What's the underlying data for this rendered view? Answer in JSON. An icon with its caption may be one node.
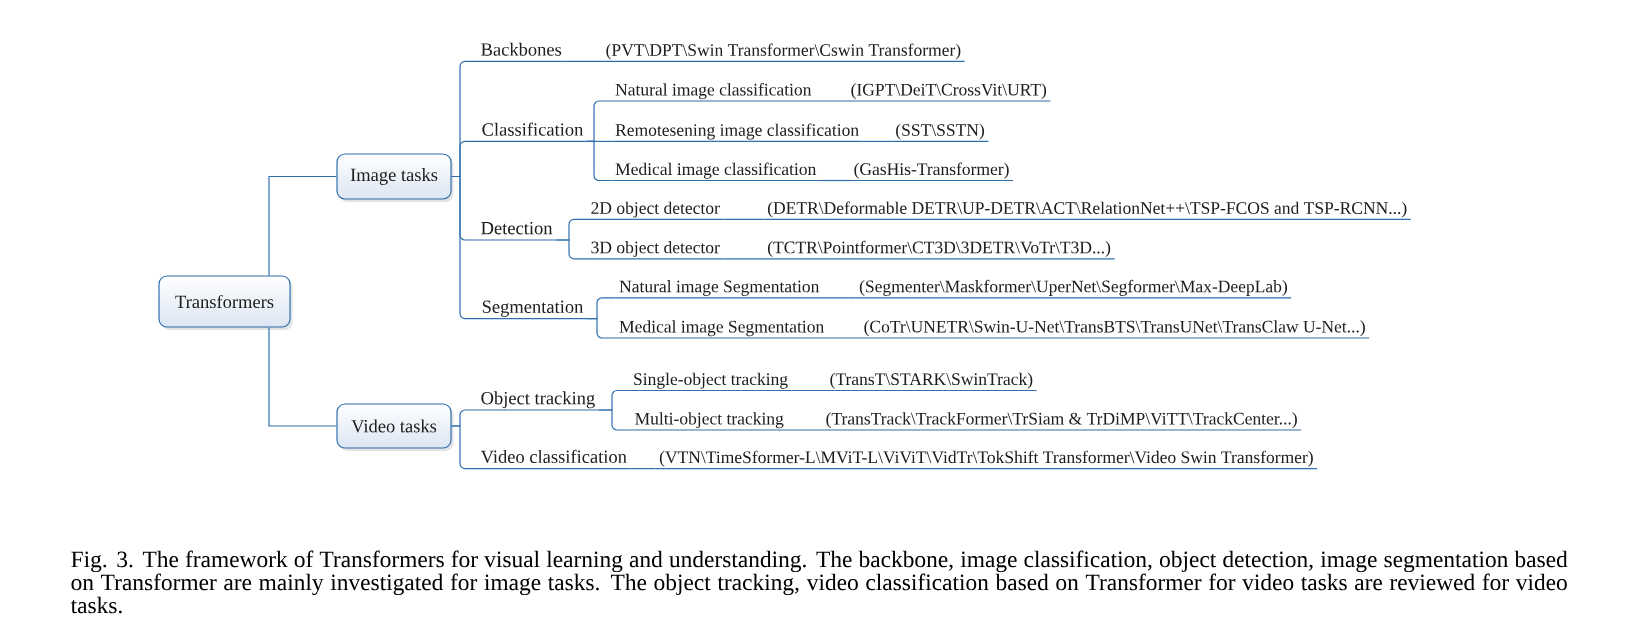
{
  "diagram": {
    "caption": "Fig. 3. The framework of Transformers for visual learning and understanding. The backbone, image classification, object detection, image segmentation based on Transformer are mainly investigated for image tasks. The object tracking, video classification based on Transformer for video tasks are reviewed for video tasks.",
    "nodes": [
      {
        "text": [
          "Transformers"
        ]
      },
      {
        "text": [
          "Image tasks"
        ]
      },
      {
        "text": [
          "Backbones"
        ]
      },
      {
        "text": [
          "(PVT\\DPT\\Swin Transformer\\Cswin Transformer)"
        ]
      },
      {
        "text": [
          "Classification"
        ]
      },
      {
        "text": [
          "Natural image classification"
        ]
      },
      {
        "text": [
          "(IGPT\\DeiT\\CrossVit\\URT)"
        ]
      },
      {
        "text": [
          "Remotesening image classification"
        ]
      },
      {
        "text": [
          "(SST\\SSTN)"
        ]
      },
      {
        "text": [
          "Medical image classification"
        ]
      },
      {
        "text": [
          "(GasHis-Transformer)"
        ]
      },
      {
        "text": [
          "Detection"
        ]
      },
      {
        "text": [
          "2D object detector"
        ]
      },
      {
        "text": [
          "(DETR\\Deformable DETR\\UP-DETR\\ACT\\RelationNet++\\TSP-FCOS and TSP-RCNN...)"
        ]
      },
      {
        "text": [
          "3D object detector"
        ]
      },
      {
        "text": [
          "(TCTR\\Pointformer\\CT3D\\3DETR\\VoTr\\T3D...)"
        ]
      },
      {
        "text": [
          "Segmentation"
        ]
      },
      {
        "text": [
          "Natural image Segmentation"
        ]
      },
      {
        "text": [
          "(Segmenter\\Maskformer\\UperNet\\Segformer\\Max-DeepLab)"
        ]
      },
      {
        "text": [
          "Medical image Segmentation"
        ]
      },
      {
        "text": [
          "(CoTr\\UNETR\\Swin-U-Net\\TransBTS\\TransUNet\\TransClaw U-Net...)"
        ]
      },
      {
        "text": [
          "Video tasks"
        ]
      },
      {
        "text": [
          "Object tracking"
        ]
      },
      {
        "text": [
          "Single-object tracking"
        ]
      },
      {
        "text": [
          "(TransT\\STARK\\SwinTrack)"
        ]
      },
      {
        "text": [
          "Multi-object tracking"
        ]
      },
      {
        "text": [
          "(TransTrack\\TrackFormer\\TrSiam & TrDiMP\\ViTT\\TrackCenter...)"
        ]
      },
      {
        "text": [
          "Video classification"
        ]
      },
      {
        "text": [
          "(VTN\\TimeSformer-L\\MViT-L\\ViViT\\VidTr\\TokShift Transformer\\Video Swin Transformer)"
        ]
      }
    ],
    "edges": [
      {
        "from": 0,
        "to": 1,
        "arrow": "none"
      },
      {
        "from": 0,
        "to": 21,
        "arrow": "none"
      },
      {
        "from": 1,
        "to": 2,
        "arrow": "none"
      },
      {
        "from": 2,
        "to": 3,
        "arrow": "none"
      },
      {
        "from": 1,
        "to": 4,
        "arrow": "none"
      },
      {
        "from": 4,
        "to": 5,
        "arrow": "none"
      },
      {
        "from": 5,
        "to": 6,
        "arrow": "none"
      },
      {
        "from": 4,
        "to": 7,
        "arrow": "none"
      },
      {
        "from": 7,
        "to": 8,
        "arrow": "none"
      },
      {
        "from": 4,
        "to": 9,
        "arrow": "none"
      },
      {
        "from": 9,
        "to": 10,
        "arrow": "none"
      },
      {
        "from": 1,
        "to": 11,
        "arrow": "none"
      },
      {
        "from": 11,
        "to": 12,
        "arrow": "none"
      },
      {
        "from": 12,
        "to": 13,
        "arrow": "none"
      },
      {
        "from": 11,
        "to": 14,
        "arrow": "none"
      },
      {
        "from": 14,
        "to": 15,
        "arrow": "none"
      },
      {
        "from": 1,
        "to": 16,
        "arrow": "none"
      },
      {
        "from": 16,
        "to": 17,
        "arrow": "none"
      },
      {
        "from": 17,
        "to": 18,
        "arrow": "none"
      },
      {
        "from": 16,
        "to": 19,
        "arrow": "none"
      },
      {
        "from": 19,
        "to": 20,
        "arrow": "none"
      },
      {
        "from": 21,
        "to": 22,
        "arrow": "none"
      },
      {
        "from": 22,
        "to": 23,
        "arrow": "none"
      },
      {
        "from": 23,
        "to": 24,
        "arrow": "none"
      },
      {
        "from": 22,
        "to": 25,
        "arrow": "none"
      },
      {
        "from": 25,
        "to": 26,
        "arrow": "none"
      },
      {
        "from": 21,
        "to": 27,
        "arrow": "none"
      },
      {
        "from": 27,
        "to": 28,
        "arrow": "none"
      }
    ]
  }
}
